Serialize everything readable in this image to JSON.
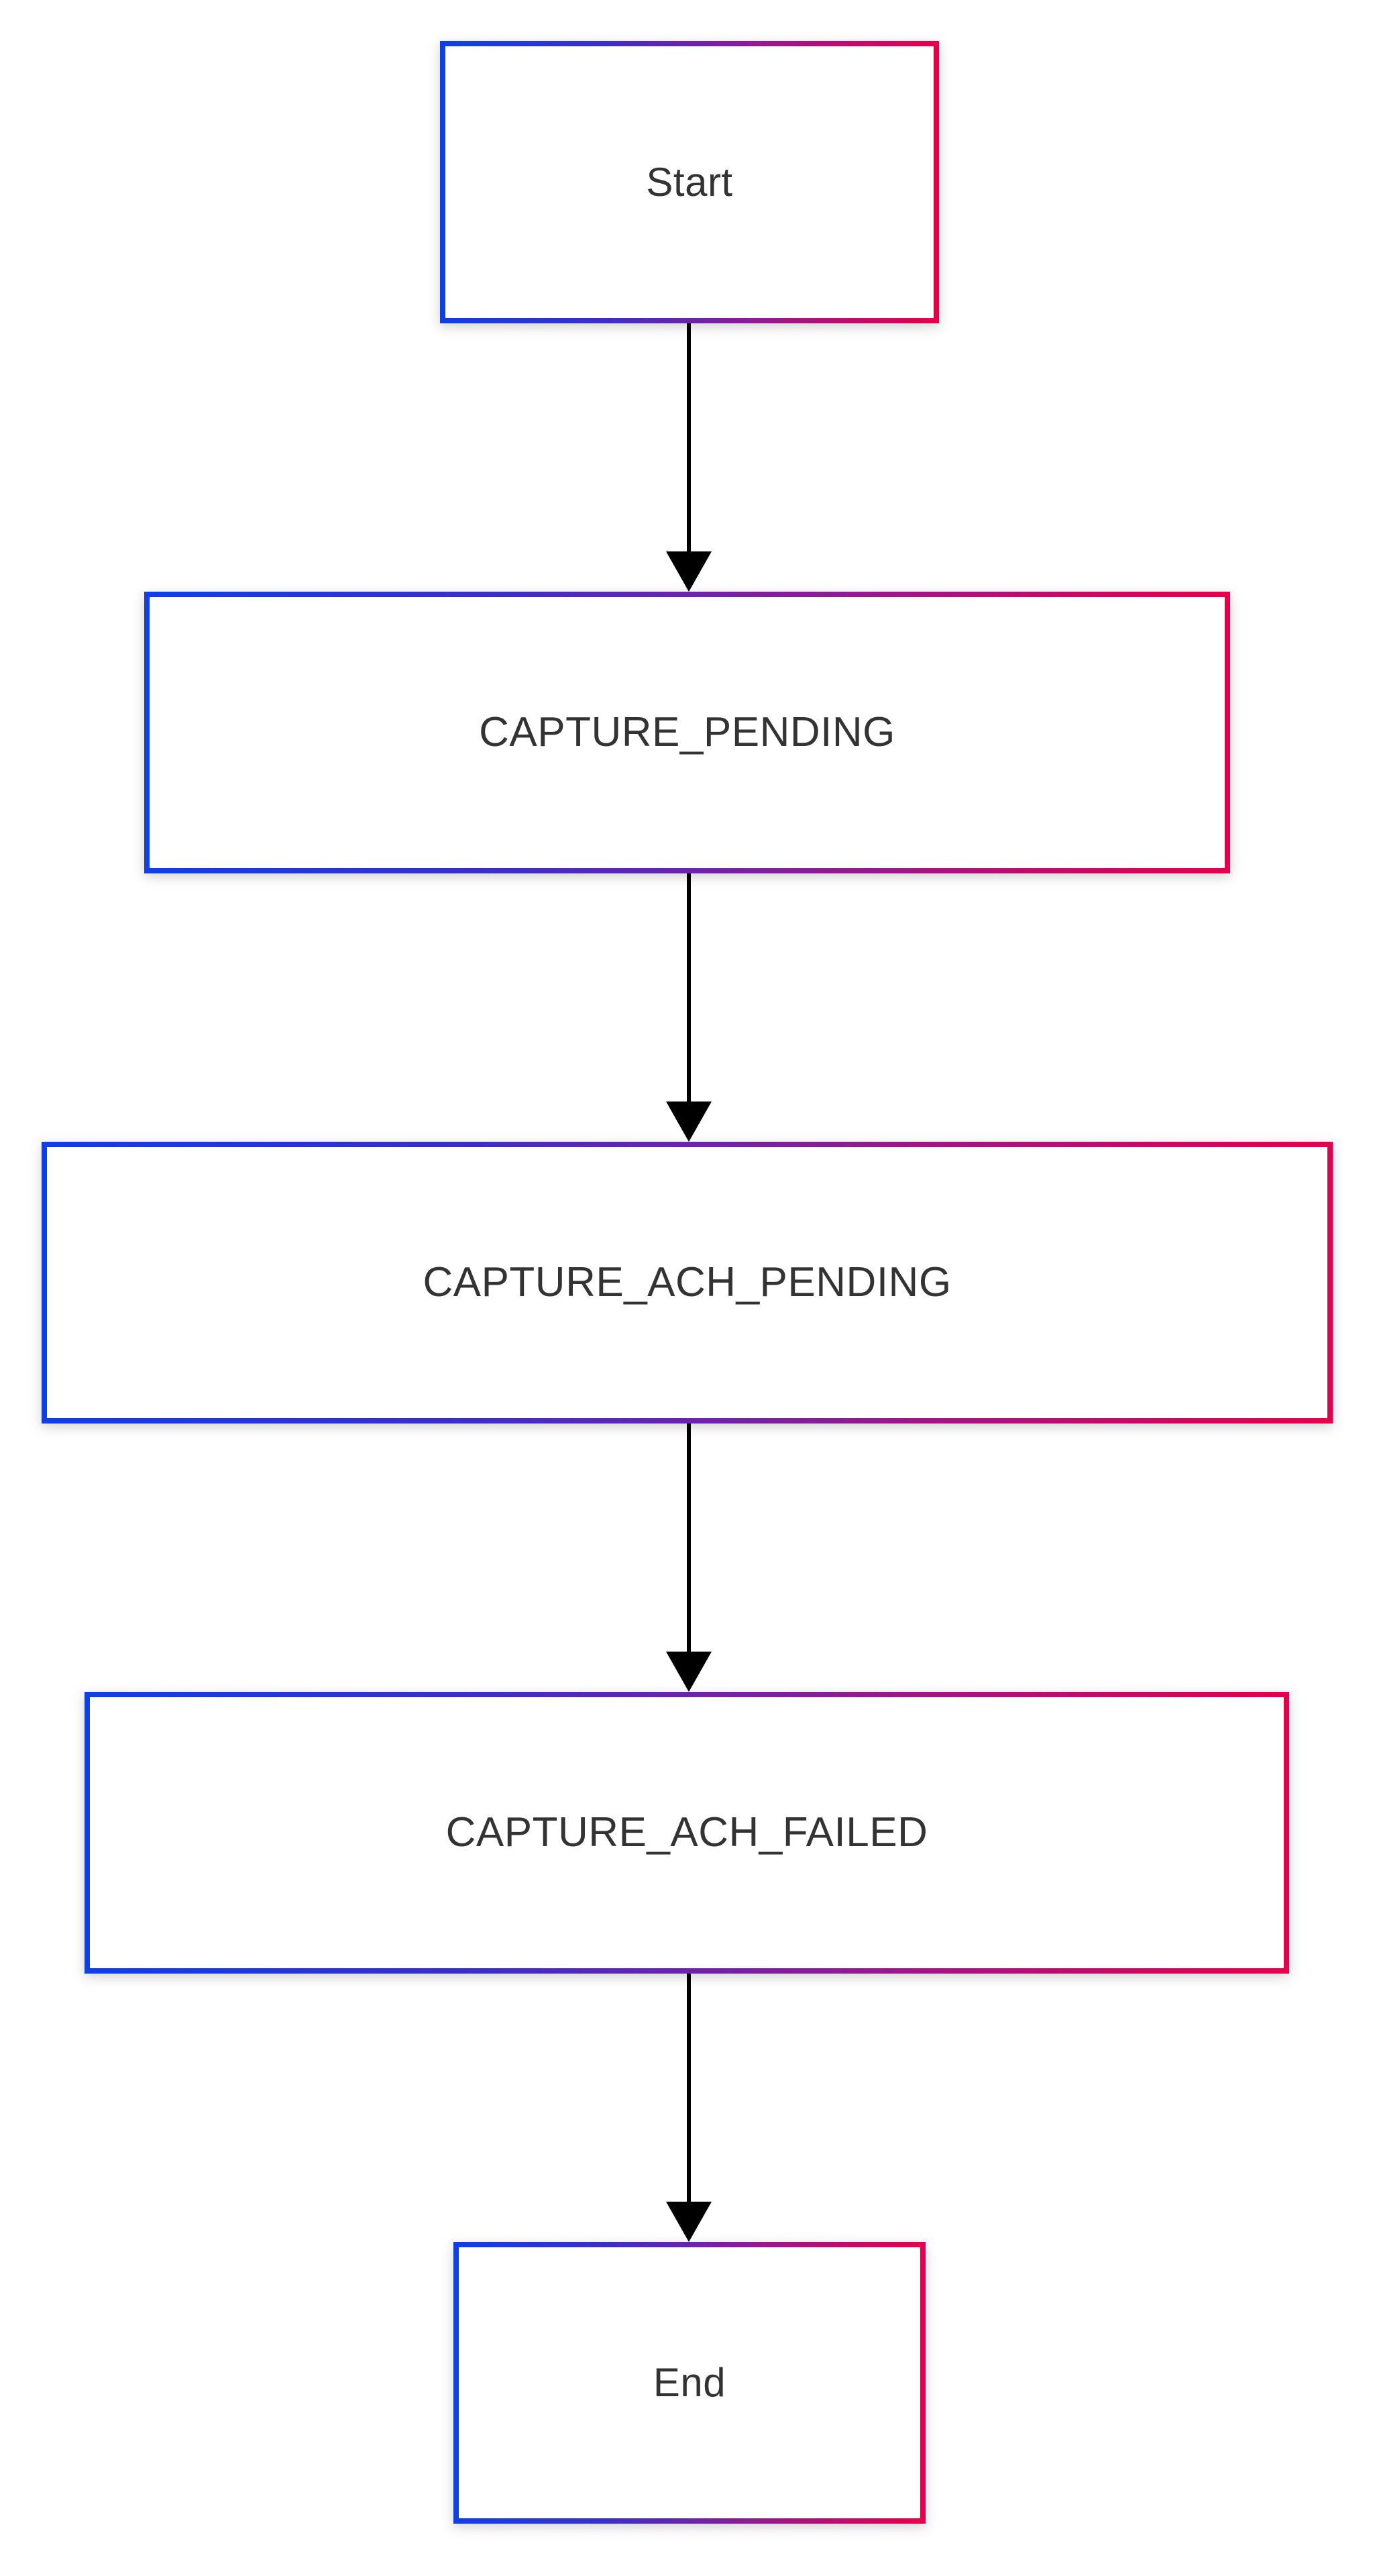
{
  "diagram": {
    "type": "flowchart",
    "orientation": "top-to-bottom",
    "background_color": "#ffffff",
    "node_fill_color": "#ffffff",
    "node_border_gradient_start": "#0f3fe8",
    "node_border_gradient_end": "#e6004b",
    "node_text_color": "#333333",
    "edge_color": "#000000",
    "nodes": [
      {
        "id": "start",
        "label": "Start",
        "shape": "rectangle",
        "kind": "terminal"
      },
      {
        "id": "capture_pending",
        "label": "CAPTURE_PENDING",
        "shape": "rectangle",
        "kind": "state"
      },
      {
        "id": "capture_ach_pending",
        "label": "CAPTURE_ACH_PENDING",
        "shape": "rectangle",
        "kind": "state"
      },
      {
        "id": "capture_ach_failed",
        "label": "CAPTURE_ACH_FAILED",
        "shape": "rectangle",
        "kind": "state"
      },
      {
        "id": "end",
        "label": "End",
        "shape": "rectangle",
        "kind": "terminal"
      }
    ],
    "edges": [
      {
        "id": "edge_1",
        "from": "start",
        "to": "capture_pending",
        "label": "",
        "arrow": "arrow-down-icon"
      },
      {
        "id": "edge_2",
        "from": "capture_pending",
        "to": "capture_ach_pending",
        "label": "",
        "arrow": "arrow-down-icon"
      },
      {
        "id": "edge_3",
        "from": "capture_ach_pending",
        "to": "capture_ach_failed",
        "label": "",
        "arrow": "arrow-down-icon"
      },
      {
        "id": "edge_4",
        "from": "capture_ach_failed",
        "to": "end",
        "label": "",
        "arrow": "arrow-down-icon"
      }
    ]
  }
}
